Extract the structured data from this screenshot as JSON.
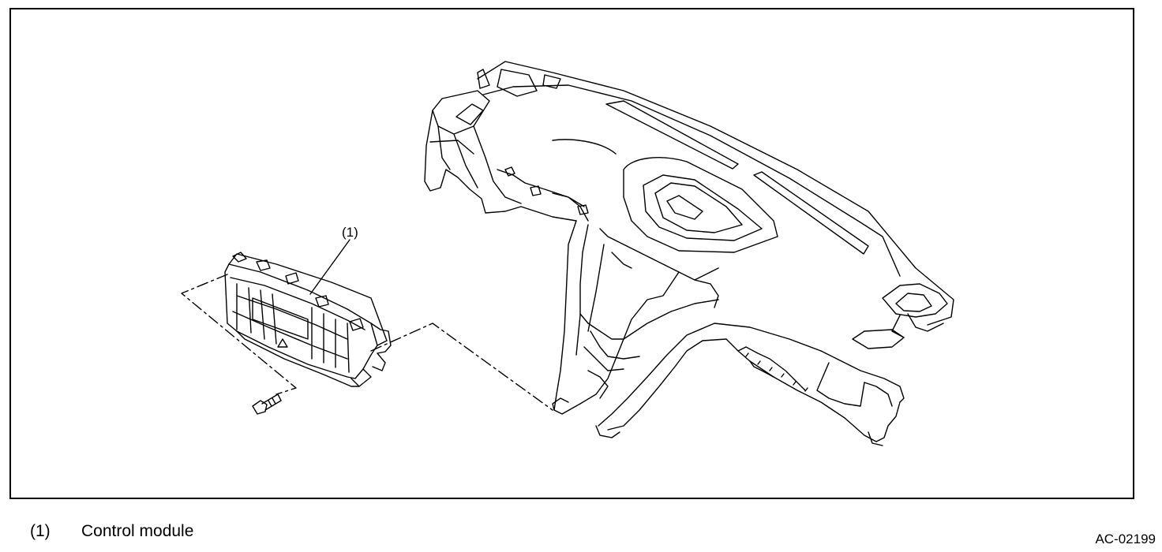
{
  "figure": {
    "callout": "(1)",
    "code": "AC-02199"
  },
  "legend": [
    {
      "number": "(1)",
      "label": "Control module"
    }
  ]
}
